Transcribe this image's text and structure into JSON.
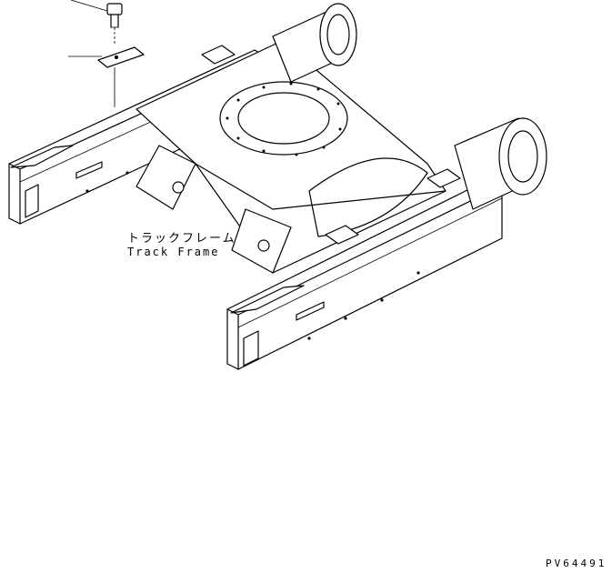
{
  "label": {
    "japanese": "トラックフレーム",
    "english": "Track Frame"
  },
  "figure_code": "PV64491",
  "colors": {
    "ink": "#000000",
    "paper": "#ffffff"
  }
}
